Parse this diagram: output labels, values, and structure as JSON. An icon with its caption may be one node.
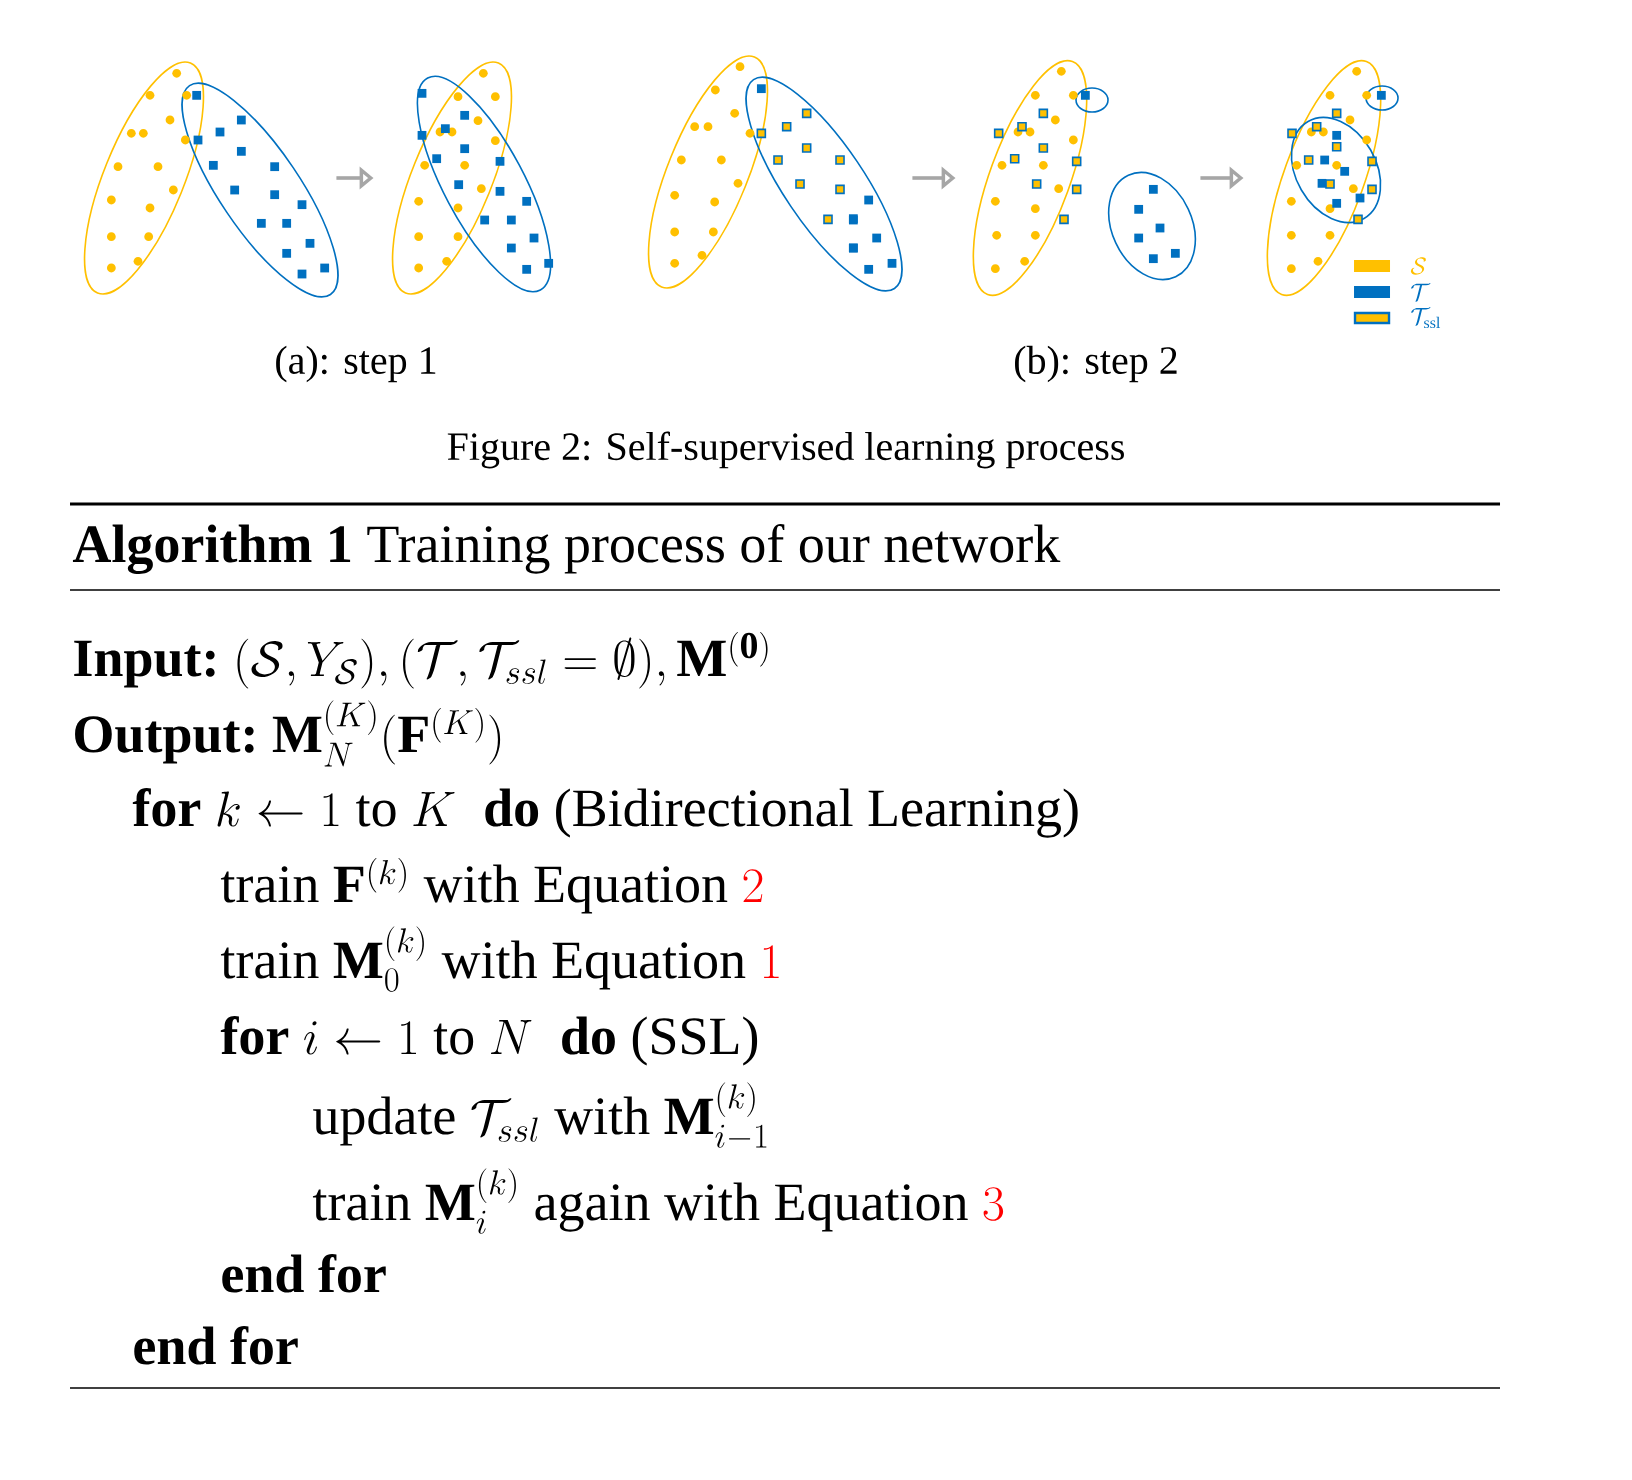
{
  "diagram": {
    "caption": "Figure 2: Self-supervised learning process",
    "nodes": [
      {
        "text": [],
        "shape": "picture"
      },
      {
        "text": [],
        "shape": "picture"
      },
      {
        "text": [],
        "shape": "picture"
      },
      {
        "text": [],
        "shape": "picture"
      },
      {
        "text": [],
        "shape": "picture"
      }
    ],
    "edges": [
      {
        "from": 0,
        "to": 1,
        "arrow": "to"
      },
      {
        "from": 2,
        "to": 3,
        "arrow": "to"
      },
      {
        "from": 3,
        "to": 4,
        "arrow": "to"
      }
    ],
    "labels": [
      "(a): step 1",
      "(b): step 2",
      "**Algorithm 1** Training process of our network",
      "\\textbf{Input:}\\ (\\mathcal{S}, Y_{\\mathcal{S}}), (\\mathcal{T}, \\mathcal{T}_{ssl} = \\emptyset), \\mathbf{M}^{(\\mathbf{0})}",
      "\\textbf{Output:}\\ \\mathbf{M}_N^{(K)}(\\mathbf{F}^{(K)})",
      "\\textbf{for}\\ k \\leftarrow 1 \\text{ to } K\\ \\ \\textbf{do} \\text{ (Bidirectional Learning)}",
      "\\text{train } \\mathbf{F}^{(k)} \\text{ with Equation } \\textcolor{red}{2}",
      "\\text{train } \\mathbf{M}_0^{(k)} \\text{ with Equation } \\textcolor{red}{1}",
      "\\textbf{for}\\ i \\leftarrow 1 \\text{ to } N\\ \\ \\textbf{do} \\text{ (SSL)}",
      "\\text{update } \\mathcal{T}_{ssl} \\text{ with } \\mathbf{M}_{i-1}^{(k)}",
      "\\text{train } \\mathbf{M}_i^{(k)} \\text{ again with Equation } \\textcolor{red}{3}",
      "end for",
      "end for"
    ],
    "legend": [
      {
        "text": "\\mathcal{S}",
        "color": "#ffc000"
      },
      {
        "text": "\\mathcal{T}",
        "color": "#0070c0"
      },
      {
        "text": "\\mathcal{T}_{\\mathrm{ssl}}"
      }
    ]
  }
}
